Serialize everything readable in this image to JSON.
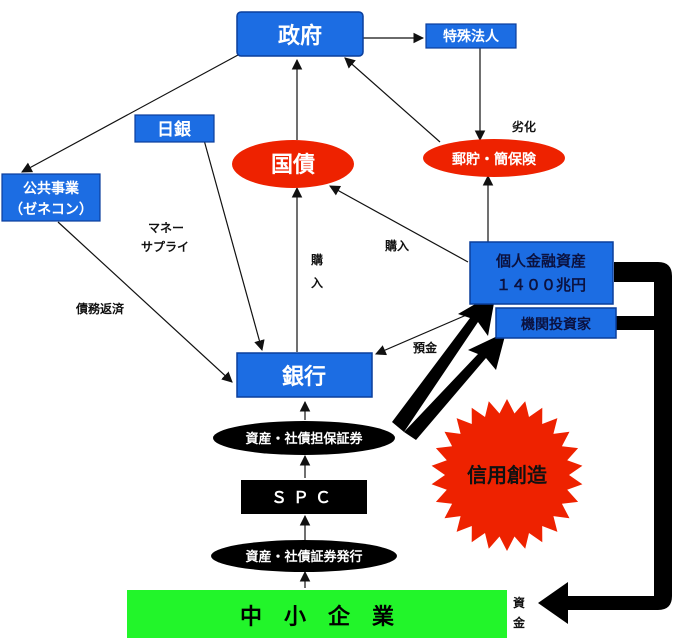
{
  "colors": {
    "blue_box": "#1c6de3",
    "blue_border": "#0a3e9c",
    "red_ellipse": "#ee2200",
    "green_box": "#22f52a",
    "black": "#000000",
    "arrow": "#111111"
  },
  "nodes": {
    "government": "政府",
    "special_corp": "特殊法人",
    "boj": "日銀",
    "public_works_1": "公共事業",
    "public_works_2": "（ゼネコン）",
    "jgb": "国債",
    "postal": "郵貯・簡保険",
    "deterioration": "劣化",
    "personal_assets_1": "個人金融資産",
    "personal_assets_2": "１４００兆円",
    "institutional": "機関投資家",
    "bank": "銀行",
    "abs_collateral": "資産・社債担保証券",
    "spc": "ＳＰＣ",
    "abs_issue": "資産・社債証券発行",
    "sme": "中　小　企　業",
    "credit_creation": "信用創造"
  },
  "edge_labels": {
    "money_supply_1": "マネー",
    "money_supply_2": "サプライ",
    "debt_repayment": "債務返済",
    "purchase_1": "購",
    "purchase_2": "入",
    "purchase_right": "購入",
    "deposit": "預金",
    "funds_1": "資",
    "funds_2": "金"
  }
}
